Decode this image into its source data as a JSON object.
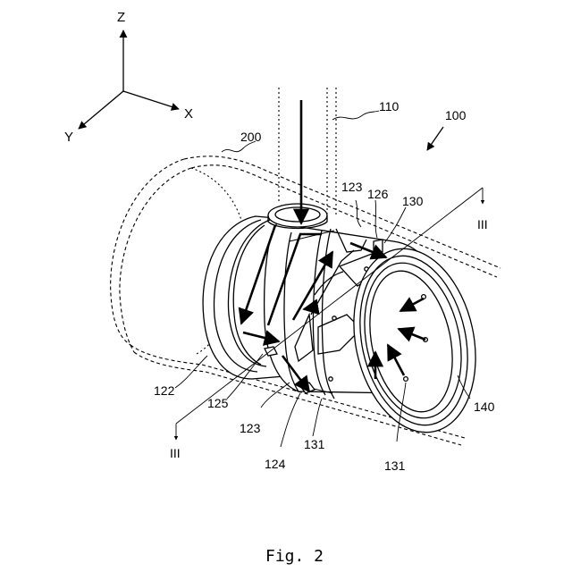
{
  "figure": {
    "caption": "Fig. 2",
    "axes": {
      "z": "Z",
      "x": "X",
      "y": "Y"
    },
    "reference_numerals": {
      "device": "100",
      "pipe": "110",
      "section_mark_top": "III",
      "section_mark_bottom": "III",
      "pipe_outline": "200",
      "part_122": "122",
      "part_123_top": "123",
      "part_123_bottom": "123",
      "part_124": "124",
      "part_125": "125",
      "part_126": "126",
      "part_130": "130",
      "part_131_left": "131",
      "part_131_right": "131",
      "part_140": "140"
    }
  }
}
